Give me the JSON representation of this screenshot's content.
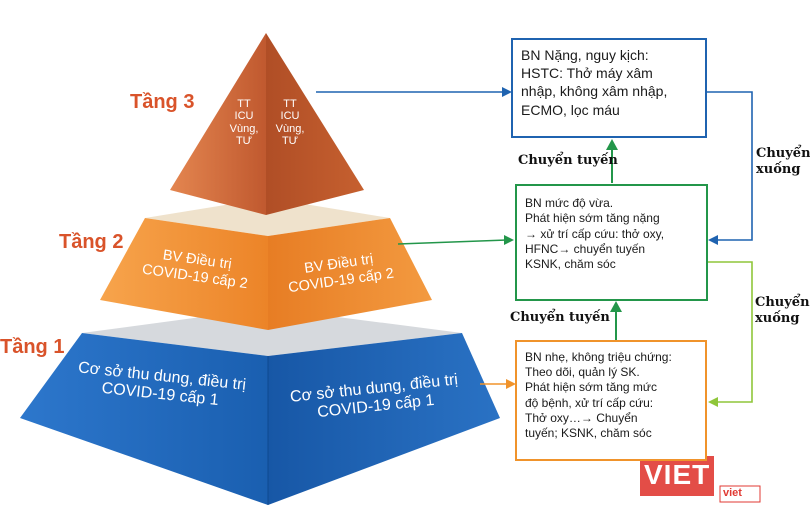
{
  "pyramid": {
    "tier3": {
      "label": "Tầng 3",
      "left_face": "TT\nICU\nVùng,\nTƯ",
      "right_face": "TT\nICU\nVùng,\nTƯ"
    },
    "tier2": {
      "label": "Tầng 2",
      "left_face": "BV Điều trị\nCOVID-19 cấp 2",
      "right_face": "BV Điều trị\nCOVID-19 cấp 2"
    },
    "tier1": {
      "label": "Tầng 1",
      "left_face": "Cơ sở thu dung, điều trị\nCOVID-19 cấp 1",
      "right_face": "Cơ sở thu dung, điều trị\nCOVID-19 cấp 1"
    }
  },
  "boxes": {
    "critical": "BN Nặng, nguy kịch:\nHSTC: Thở máy xâm\nnhập, không xâm nhập,\nECMO, lọc máu",
    "moderate": "BN mức độ vừa.\nPhát hiện sớm tăng nặng\n→ xử trí cấp cứu: thở oxy,\nHFNC→ chuyển tuyến\nKSNK, chăm sóc",
    "mild": "BN nhẹ, không triệu chứng:\nTheo dõi, quản lý SK.\nPhát hiện sớm tăng mức\nđộ bệnh, xử trí cấp cứu:\nThở oxy…→ Chuyển\ntuyến; KSNK, chăm sóc"
  },
  "arrows": {
    "up_upper": "Chuyển tuyến",
    "up_lower": "Chuyển tuyến",
    "down_upper": "Chuyển\nxuống",
    "down_lower": "Chuyển\nxuống"
  },
  "colors": {
    "tier3": "#c85c2e",
    "tier2": "#f08a2c",
    "tier1": "#1d63b8",
    "box_critical": "#1f63b0",
    "box_moderate": "#23964a",
    "box_mild": "#f0932b",
    "label": "#d9532a"
  },
  "watermark": {
    "text": "VIET",
    "badge": "viet"
  }
}
